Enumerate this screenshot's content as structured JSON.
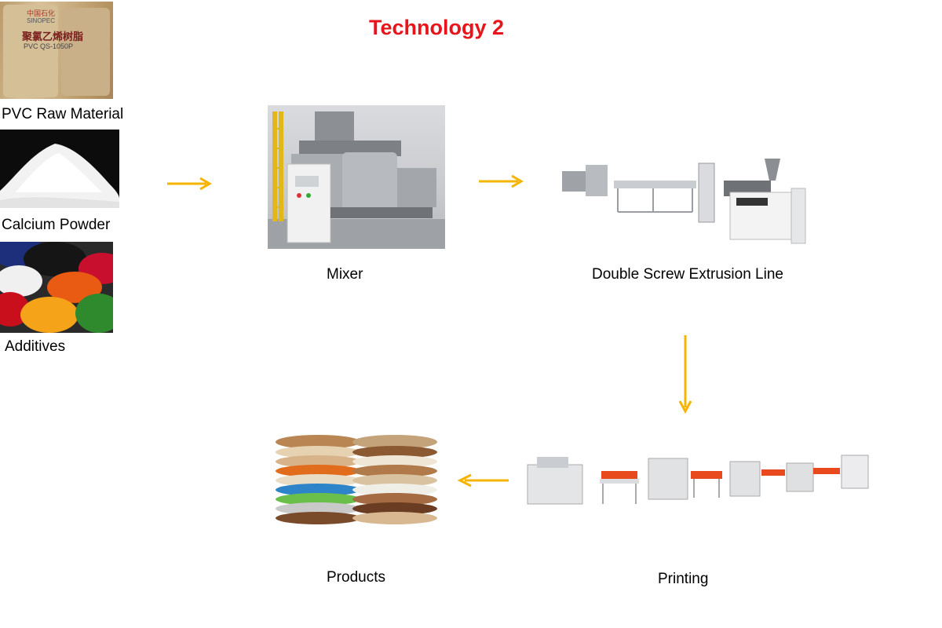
{
  "title": "Technology 2",
  "inputs": {
    "pvc": "PVC Raw Material",
    "calcium": "Calcium Powder",
    "additives": "Additives"
  },
  "steps": {
    "mixer": "Mixer",
    "extrusion": "Double Screw Extrusion Line",
    "printing": "Printing",
    "products": "Products"
  },
  "bag_print": {
    "brand_cn": "中国石化",
    "brand": "SINOPEC",
    "name_cn": "聚氯乙烯树脂",
    "grade": "PVC QS-1050P"
  },
  "colors": {
    "title": "#e8141b",
    "arrow": "#f4b400"
  }
}
